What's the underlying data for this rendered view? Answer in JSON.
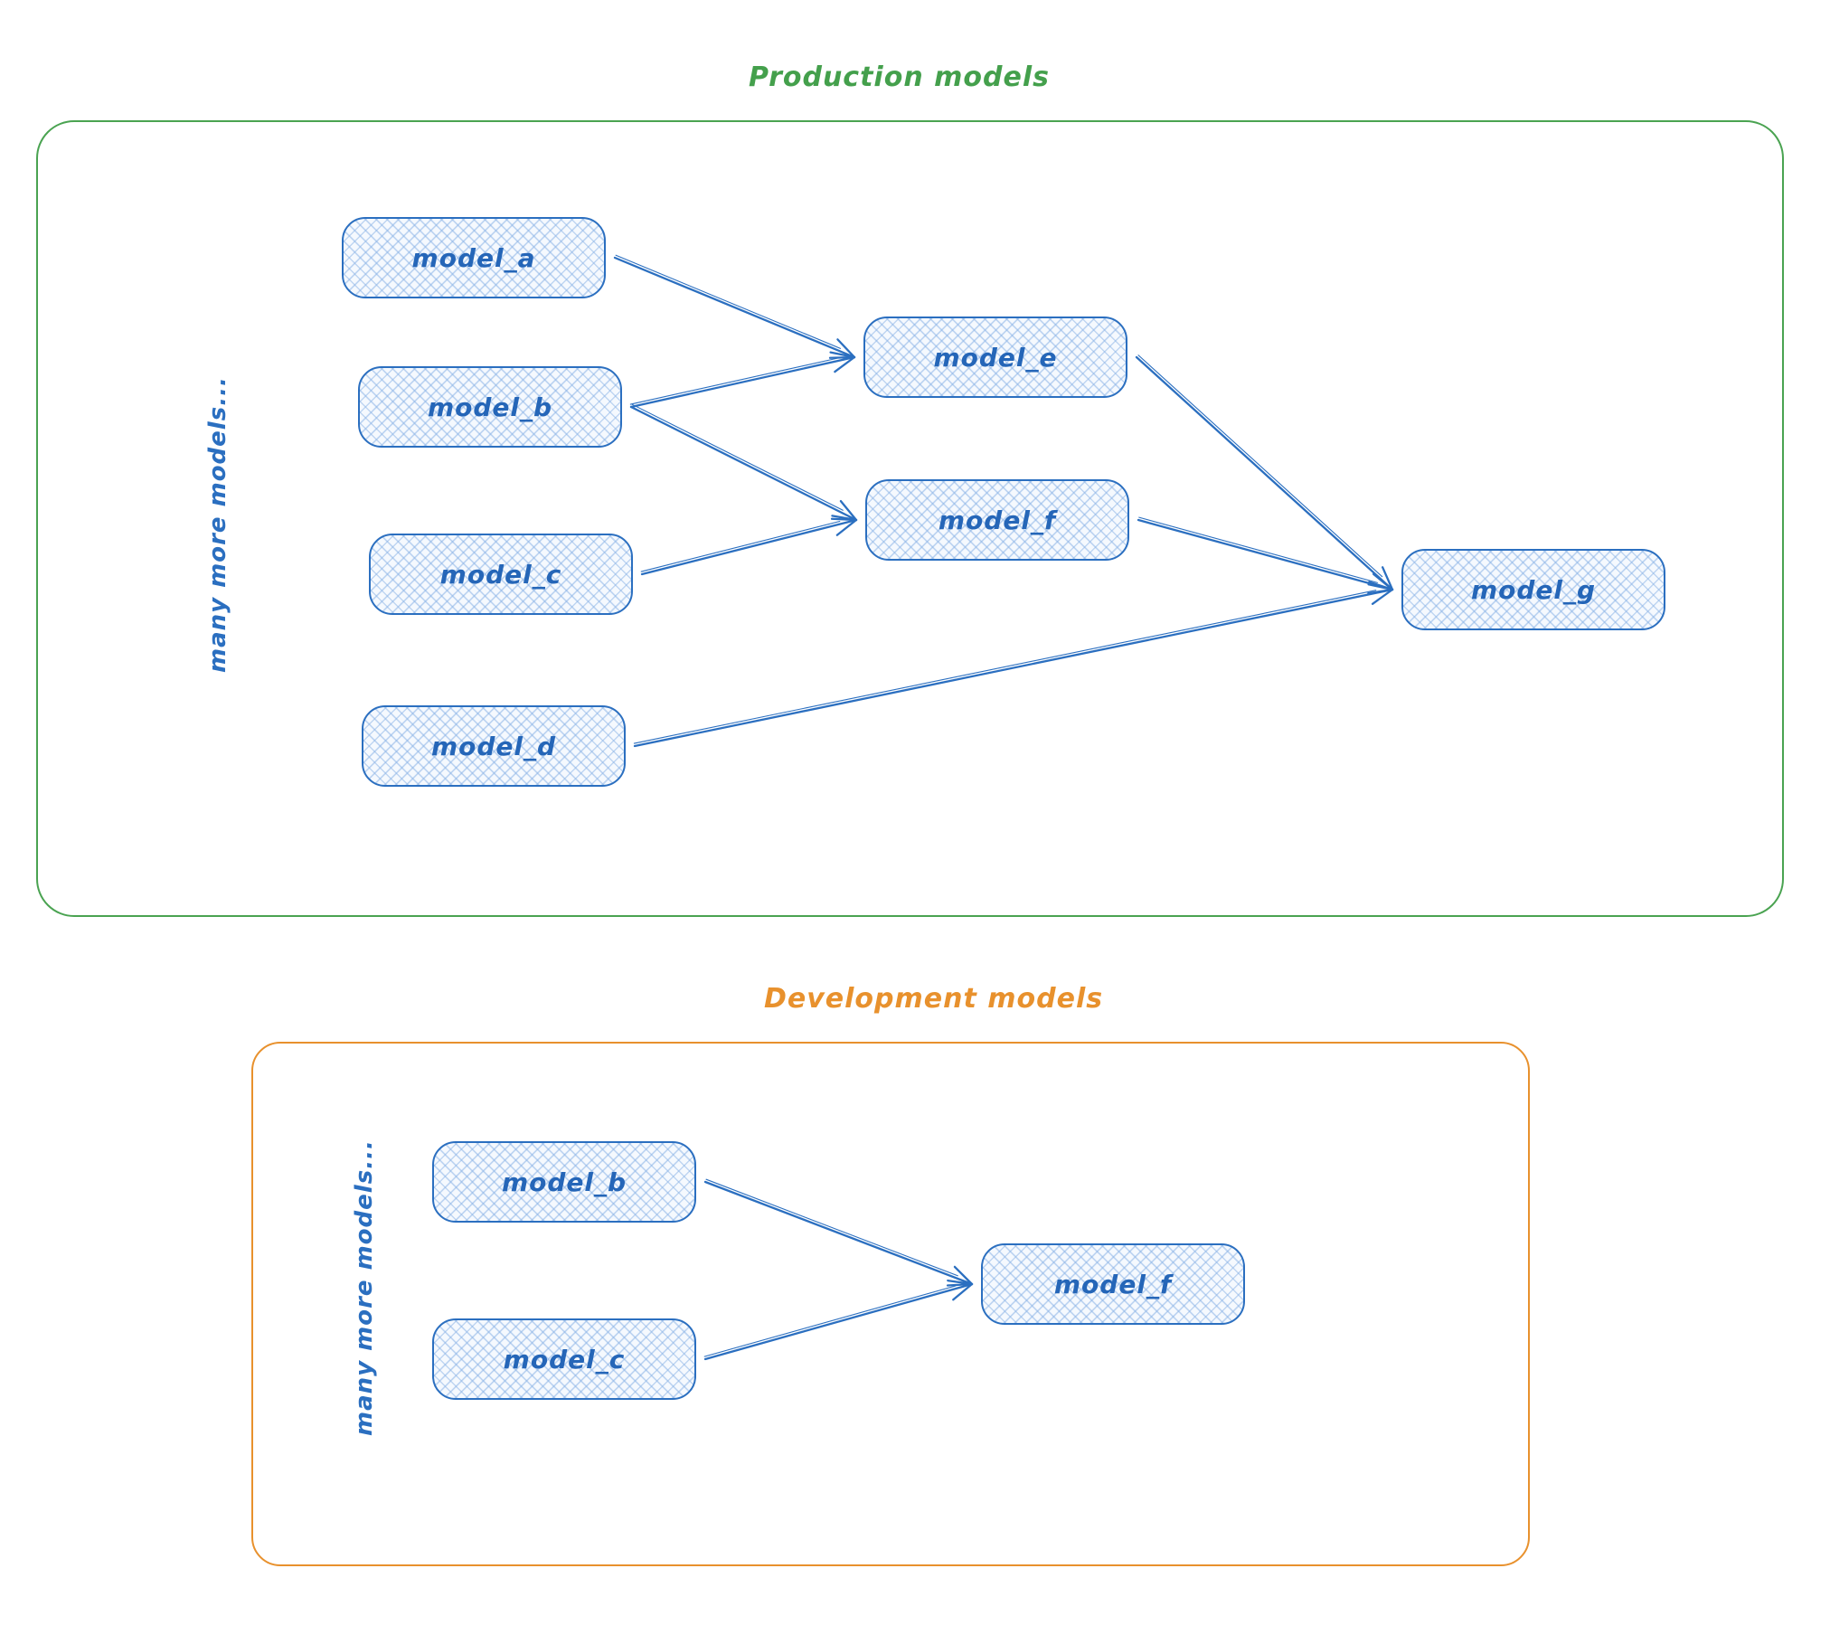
{
  "diagram": {
    "style": {
      "node_border_color": "#2b6fc0",
      "node_text_color": "#2566b8",
      "edge_color": "#2b6fc0",
      "production_accent": "#4aa351",
      "development_accent": "#e8912d"
    },
    "sections": [
      {
        "id": "production",
        "title": "Production models",
        "side_label": "many more models...",
        "nodes": [
          {
            "id": "prod_a",
            "label": "model_a"
          },
          {
            "id": "prod_b",
            "label": "model_b"
          },
          {
            "id": "prod_c",
            "label": "model_c"
          },
          {
            "id": "prod_d",
            "label": "model_d"
          },
          {
            "id": "prod_e",
            "label": "model_e"
          },
          {
            "id": "prod_f",
            "label": "model_f"
          },
          {
            "id": "prod_g",
            "label": "model_g"
          }
        ],
        "edges": [
          {
            "from": "prod_a",
            "to": "prod_e"
          },
          {
            "from": "prod_b",
            "to": "prod_e"
          },
          {
            "from": "prod_b",
            "to": "prod_f"
          },
          {
            "from": "prod_c",
            "to": "prod_f"
          },
          {
            "from": "prod_e",
            "to": "prod_g"
          },
          {
            "from": "prod_f",
            "to": "prod_g"
          },
          {
            "from": "prod_d",
            "to": "prod_g"
          }
        ]
      },
      {
        "id": "development",
        "title": "Development models",
        "side_label": "many more models...",
        "nodes": [
          {
            "id": "dev_b",
            "label": "model_b"
          },
          {
            "id": "dev_c",
            "label": "model_c"
          },
          {
            "id": "dev_f",
            "label": "model_f"
          }
        ],
        "edges": [
          {
            "from": "dev_b",
            "to": "dev_f"
          },
          {
            "from": "dev_c",
            "to": "dev_f"
          }
        ]
      }
    ]
  }
}
